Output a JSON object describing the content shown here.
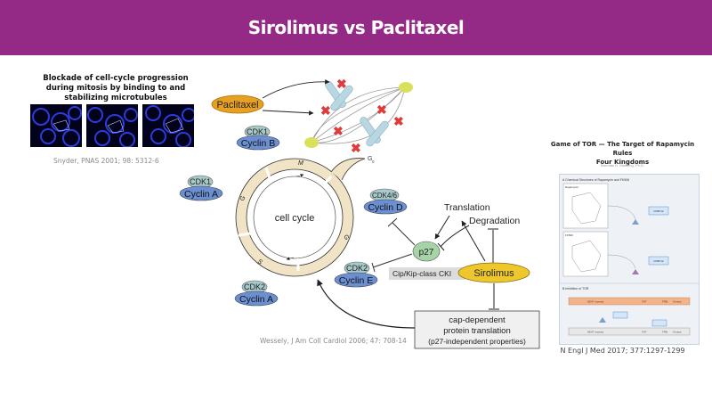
{
  "header": {
    "title": "Sirolimus vs Paclitaxel",
    "color": "#952a86"
  },
  "left_panel": {
    "caption_lines": [
      "Blockade of cell-cycle progression",
      "during mitosis by binding to and",
      "stabilizing microtubules"
    ],
    "image_count": 3,
    "citation": "Snyder, PNAS 2001; 98: 5312-6"
  },
  "center_diagram": {
    "drugs": {
      "paclitaxel": "Paclitaxel",
      "sirolimus": "Sirolimus"
    },
    "cycle_label": "cell cycle",
    "phases": {
      "m": "M",
      "g0": "G",
      "g0_sub": "0",
      "g1": "G",
      "g1_sub": "1",
      "g2": "G",
      "g2_sub": "2",
      "s": "S"
    },
    "complexes": [
      {
        "cdk": "CDK1",
        "cyclin": "Cyclin B"
      },
      {
        "cdk": "CDK1",
        "cyclin": "Cyclin A"
      },
      {
        "cdk": "CDK4/6",
        "cyclin": "Cyclin D"
      },
      {
        "cdk": "CDK2",
        "cyclin": "Cyclin E"
      },
      {
        "cdk": "CDK2",
        "cyclin": "Cyclin A"
      }
    ],
    "p27": "p27",
    "cki_label": "Cip/Kip-class CKI",
    "translation": "Translation",
    "degradation": "Degradation",
    "box_lines": [
      "cap-dependent",
      "protein translation",
      "(p27-independent properties)"
    ],
    "citation": "Wessely, J Am Coll Cardiol 2006; 47: 708-14"
  },
  "right_panel": {
    "title_lines": [
      "Game of TOR — The Target of Rapamycin Rules",
      "Four Kingdoms"
    ],
    "author": "Brendan D. Manning, Ph.D.",
    "figure_labels": {
      "a": "A  Chemical Structures of Rapamycin and FK506",
      "rapamycin": "Rapamycin",
      "fk506": "FK506",
      "fkbp12": "FKBP12",
      "b": "B  Inhibition of TOR",
      "heat": "HEAT repeats",
      "fat": "FAT",
      "frb": "FRB",
      "kinase": "Kinase",
      "fatc": "FATC",
      "cooh": "COOH"
    },
    "citation": "N Engl J Med 2017; 377:1297-1299"
  }
}
